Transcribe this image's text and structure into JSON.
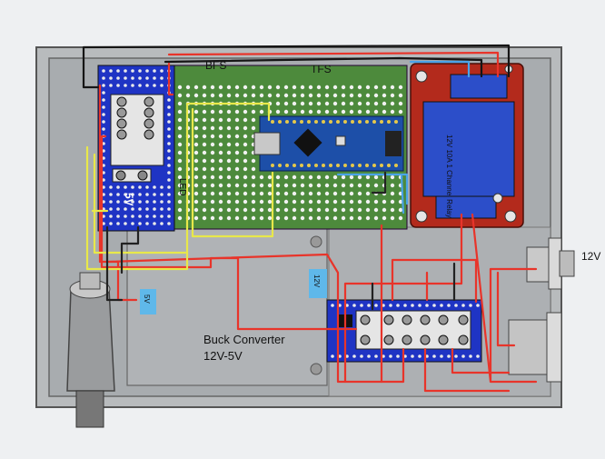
{
  "labels": {
    "bfs": "BFS",
    "tfs": "TFS",
    "led": "LED",
    "five_v_rotated": "5V",
    "five_v_box": "5V",
    "twelve_v_box": "12V",
    "buck_line1": "Buck Converter",
    "buck_line2": "12V-5V",
    "relay_text": "12V 10A 1 Channel Relay",
    "twelve_v_edge": "12V"
  },
  "colors": {
    "background": "#eef0f2",
    "enclosure": "#b8bbbd",
    "inner_panel": "#a8acaf",
    "perfboard": "#4d8a3c",
    "terminal_block": "#1f34c4",
    "relay_board": "#b32a1c",
    "relay_body": "#2c4ec9",
    "arduino": "#1d4fa8",
    "wire_red": "#e8342a",
    "wire_yellow": "#e8e84a",
    "wire_black": "#151515",
    "wire_blue": "#4aa3e8",
    "label_box": "#5fb8ea"
  }
}
